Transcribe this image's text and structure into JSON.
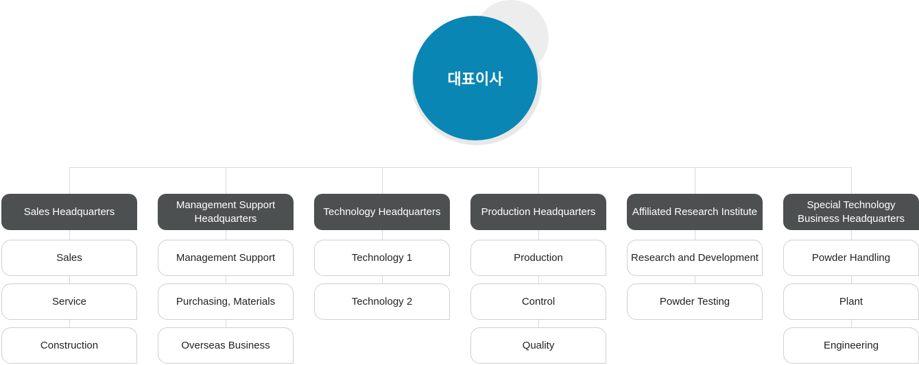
{
  "ceo": {
    "label": "대표이사"
  },
  "columns": [
    {
      "head": "Sales Headquarters",
      "items": [
        "Sales",
        "Service",
        "Construction"
      ]
    },
    {
      "head": "Management Support Headquarters",
      "items": [
        "Management Support",
        "Purchasing, Materials",
        "Overseas Business"
      ]
    },
    {
      "head": "Technology Headquarters",
      "items": [
        "Technology 1",
        "Technology 2"
      ]
    },
    {
      "head": "Production Headquarters",
      "items": [
        "Production",
        "Control",
        "Quality"
      ]
    },
    {
      "head": "Affiliated Research Institute",
      "items": [
        "Research and Development",
        "Powder Testing"
      ]
    },
    {
      "head": "Special Technology Business Headquarters",
      "items": [
        "Powder Handling",
        "Plant",
        "Engineering"
      ]
    }
  ]
}
